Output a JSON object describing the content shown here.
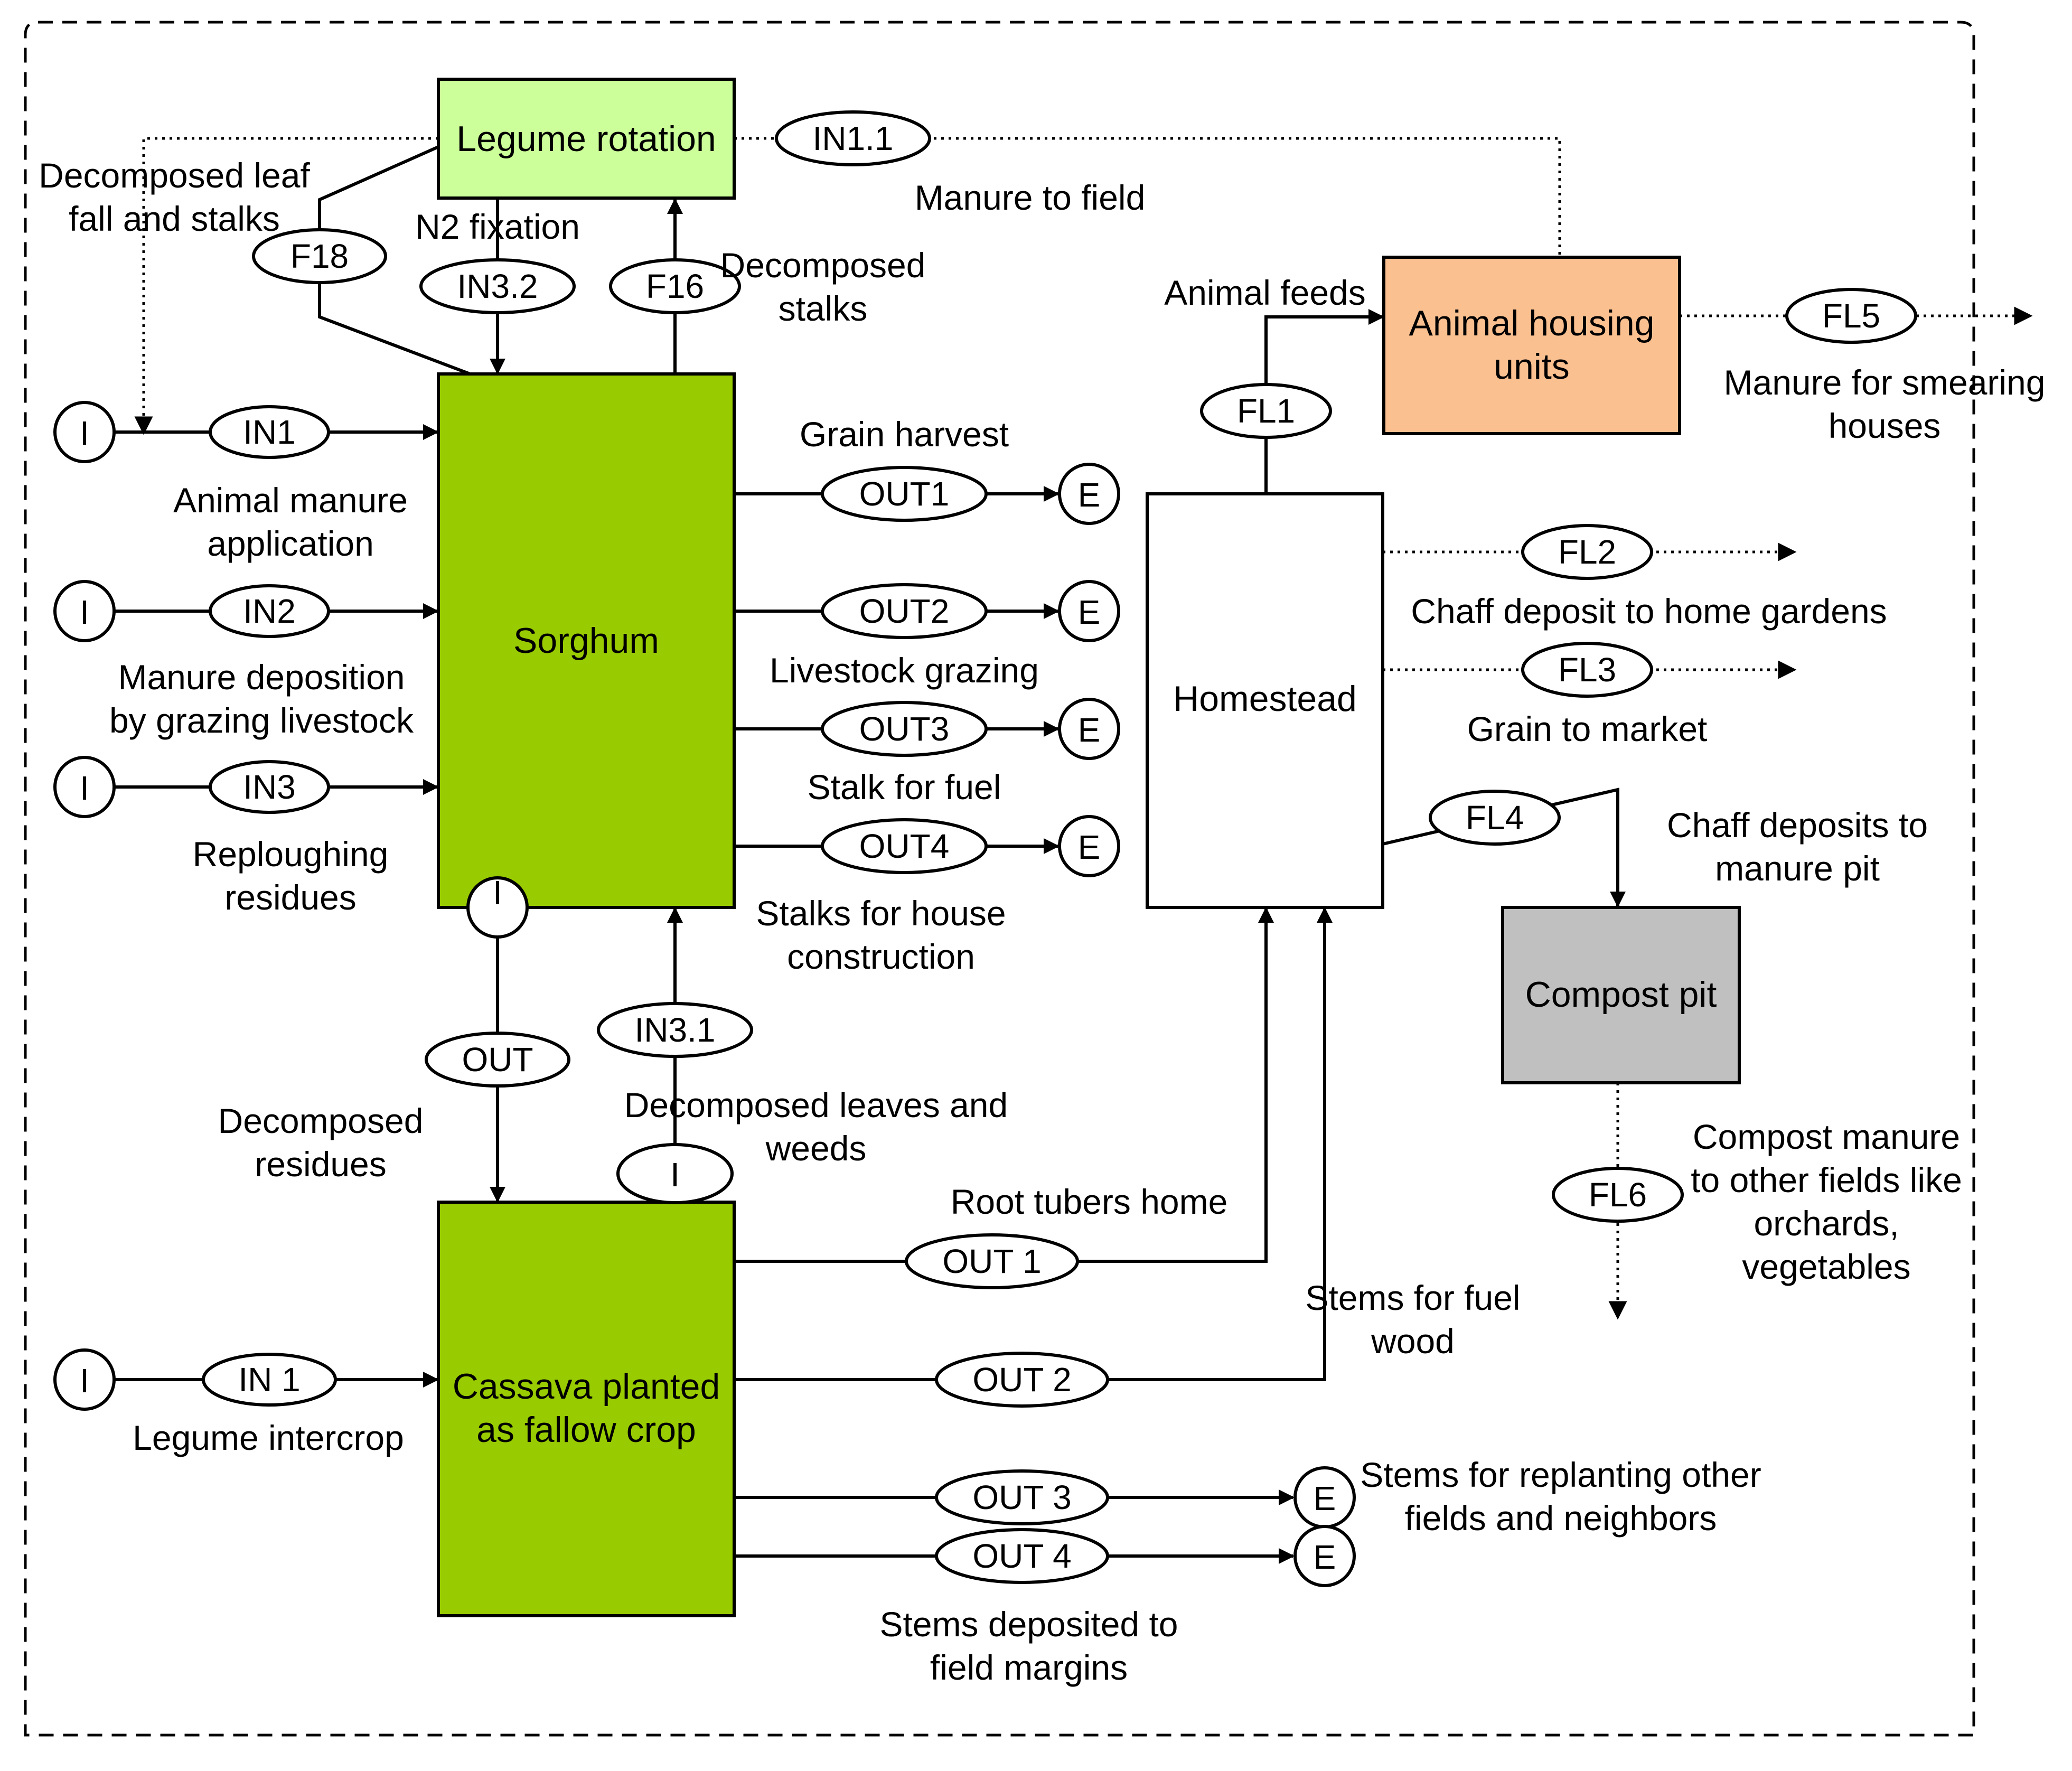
{
  "colors": {
    "crop_green": "#99CC00",
    "legume_green": "#CCFF99",
    "animal_orange": "#FAC090",
    "compost_gray": "#C0C0C0",
    "homestead_white": "#FFFFFF"
  },
  "boxes": {
    "legume_rotation": "Legume rotation",
    "sorghum": "Sorghum",
    "cassava": [
      "Cassava planted",
      "as fallow crop"
    ],
    "homestead": "Homestead",
    "animal_housing": [
      "Animal housing",
      "units"
    ],
    "compost_pit": "Compost pit"
  },
  "nodes": {
    "input_marker": "I",
    "export_marker": "E"
  },
  "flows": {
    "in1": "IN1",
    "in2": "IN2",
    "in3": "IN3",
    "in1_1": "IN1.1",
    "in3_1": "IN3.1",
    "in3_2": "IN3.2",
    "in_1_cassava": "IN 1",
    "f16": "F16",
    "f18": "F18",
    "out1": "OUT1",
    "out2": "OUT2",
    "out3": "OUT3",
    "out4": "OUT4",
    "out": "OUT",
    "out_1": "OUT 1",
    "out_2": "OUT 2",
    "out_3": "OUT 3",
    "out_4": "OUT 4",
    "fl1": "FL1",
    "fl2": "FL2",
    "fl3": "FL3",
    "fl4": "FL4",
    "fl5": "FL5",
    "fl6": "FL6"
  },
  "labels": {
    "decomposed_leaf": [
      "Decomposed leaf",
      "fall and stalks"
    ],
    "n2_fixation": "N2 fixation",
    "decomposed_stalks": [
      "Decomposed",
      "stalks"
    ],
    "manure_to_field": "Manure to field",
    "animal_feeds": "Animal feeds",
    "manure_smearing": [
      "Manure for smearing",
      "houses"
    ],
    "animal_manure_application": [
      "Animal manure",
      "application"
    ],
    "manure_deposition": [
      "Manure deposition",
      "by grazing livestock"
    ],
    "reploughing": [
      "Reploughing",
      "residues"
    ],
    "grain_harvest": "Grain harvest",
    "livestock_grazing": "Livestock grazing",
    "stalk_for_fuel": "Stalk for fuel",
    "stalks_house": [
      "Stalks for house",
      "construction"
    ],
    "chaff_home_gardens": "Chaff deposit to home gardens",
    "grain_to_market": "Grain to market",
    "chaff_manure_pit": [
      "Chaff deposits to",
      "manure pit"
    ],
    "decomposed_residues": [
      "Decomposed",
      "residues"
    ],
    "decomposed_leaves_weeds": [
      "Decomposed leaves and",
      "weeds"
    ],
    "compost_manure": [
      "Compost manure",
      "to other fields like",
      "orchards,",
      "vegetables"
    ],
    "root_tubers_home": "Root tubers home",
    "stems_fuel_wood": [
      "Stems for fuel",
      "wood"
    ],
    "legume_intercrop": "Legume intercrop",
    "stems_replanting": [
      "Stems for replanting other",
      "fields and neighbors"
    ],
    "stems_margins": [
      "Stems deposited to",
      "field margins"
    ]
  }
}
